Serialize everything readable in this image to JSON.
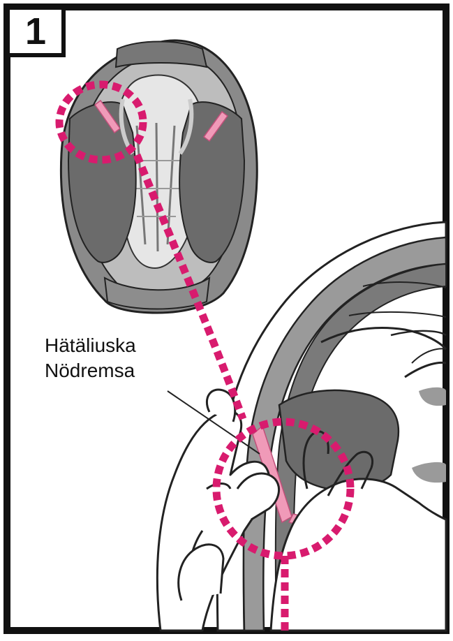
{
  "step_number": "1",
  "labels": {
    "finnish": "Hätäliuska",
    "swedish": "Nödremsa"
  },
  "colors": {
    "frame": "#111111",
    "pad_dark": "#6b6b6b",
    "pad_mid": "#9a9a9a",
    "pad_light": "#c8c8c8",
    "strap": "#f09ab8",
    "highlight": "#d81b6e"
  }
}
